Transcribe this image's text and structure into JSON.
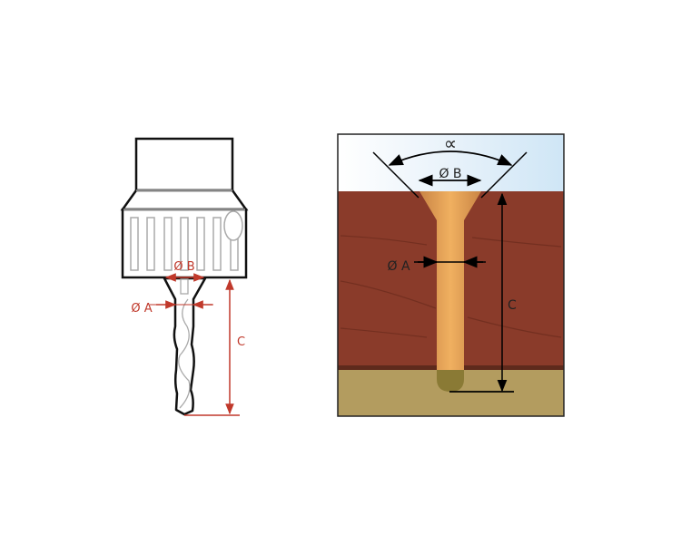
{
  "left_figure": {
    "label_diameter_b": "Ø B",
    "label_diameter_a": "Ø A",
    "label_length_c": "C"
  },
  "right_figure": {
    "label_angle": "∝",
    "label_diameter_b": "Ø B",
    "label_diameter_a": "Ø A",
    "label_length_c": "C"
  },
  "colors": {
    "dimension_red": "#c0392b",
    "wood": "#8a3b2a",
    "sky": "#d6eaf7",
    "ground": "#b39c5f",
    "hole": "#e0a050"
  }
}
